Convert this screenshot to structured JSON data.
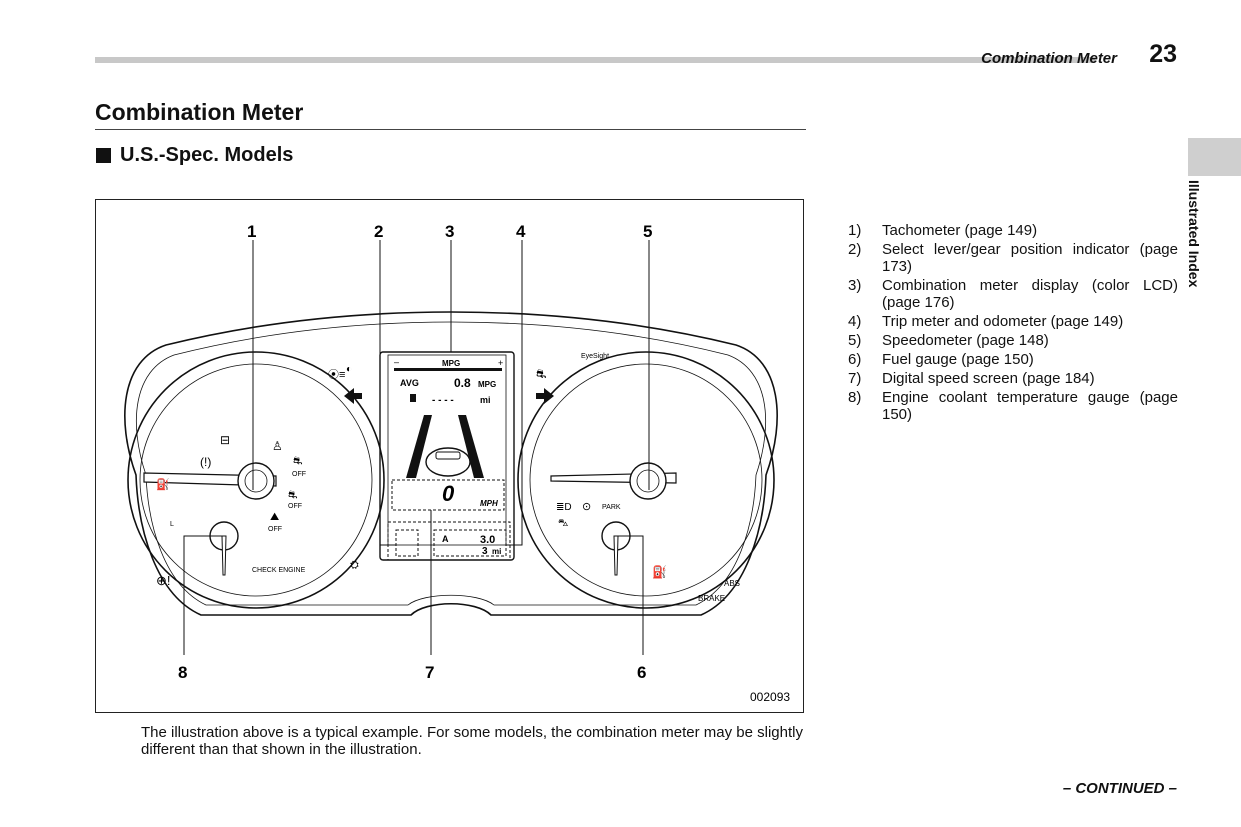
{
  "header": {
    "section": "Combination Meter",
    "page_number": "23"
  },
  "side_tab": {
    "label": "Illustrated Index"
  },
  "title": "Combination Meter",
  "subtitle": "U.S.-Spec. Models",
  "figure": {
    "callouts": [
      "1",
      "2",
      "3",
      "4",
      "5",
      "6",
      "7",
      "8"
    ],
    "image_id": "002093",
    "display": {
      "mpg_label": "MPG",
      "minus": "–",
      "plus": "+",
      "avg_label": "AVG",
      "avg_value": "0.8",
      "avg_unit": "MPG",
      "range_dashes": "- - - -",
      "range_unit": "mi",
      "speed_value": "0",
      "speed_unit": "MPH",
      "trip_letter": "A",
      "trip_value": "3.0",
      "odo_value": "3",
      "odo_unit": "mi"
    },
    "indicators": {
      "vdc_off": "OFF",
      "tcs_off": "OFF",
      "hill_off": "OFF",
      "check_engine": "CHECK ENGINE",
      "park": "PARK",
      "abs": "ABS",
      "brake": "BRAKE",
      "temp_l": "L",
      "eye_sight": "EyeSight"
    }
  },
  "legend": [
    {
      "num": "1)",
      "text": "Tachometer (page 149)"
    },
    {
      "num": "2)",
      "text": "Select lever/gear position indicator (page 173)"
    },
    {
      "num": "3)",
      "text": "Combination meter display (color LCD) (page 176)"
    },
    {
      "num": "4)",
      "text": "Trip meter and odometer (page 149)"
    },
    {
      "num": "5)",
      "text": "Speedometer (page 148)"
    },
    {
      "num": "6)",
      "text": "Fuel gauge (page 150)"
    },
    {
      "num": "7)",
      "text": "Digital speed screen (page 184)"
    },
    {
      "num": "8)",
      "text": "Engine coolant temperature gauge (page 150)"
    }
  ],
  "caption": "The illustration above is a typical example. For some models, the combination meter may be slightly different than that shown in the illustration.",
  "footer": {
    "continued": "– CONTINUED –"
  },
  "colors": {
    "header_bar": "#c8c8c8",
    "side_tab": "#cfcfcf",
    "ink": "#111111"
  }
}
